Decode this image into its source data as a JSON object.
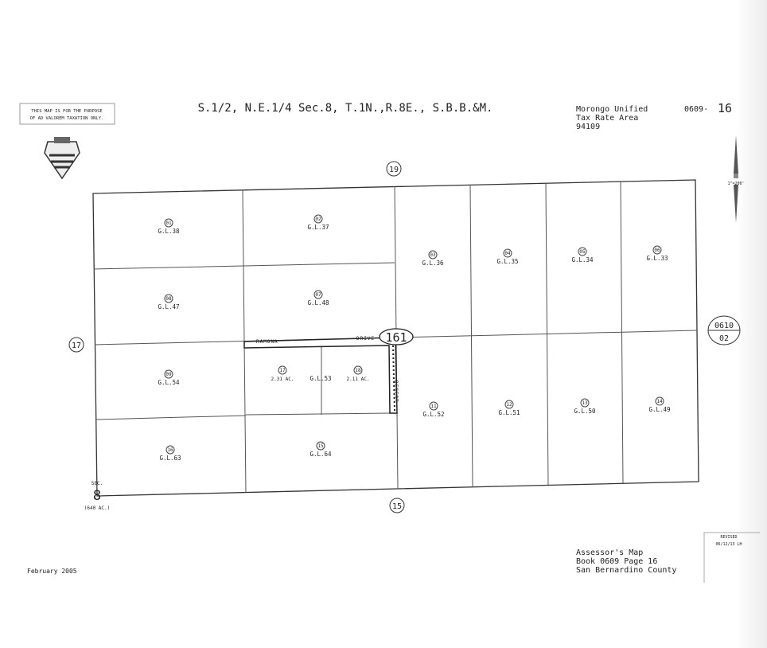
{
  "disclaimer": [
    "THIS MAP IS FOR THE PURPOSE",
    "OF AD VALOREM TAXATION ONLY."
  ],
  "title": "S.1/2, N.E.1/4 Sec.8, T.1N.,R.8E., S.B.B.&M.",
  "district": [
    "Morongo Unified",
    "Tax Rate Area",
    "94109"
  ],
  "map_number": {
    "book_page": "0609-",
    "page": "16"
  },
  "scale": "1\"=200'",
  "adjoining_sections": {
    "north": "19",
    "west": "17",
    "south": "15"
  },
  "adjoining_map": {
    "book": "0610",
    "page": "02"
  },
  "section": {
    "label": "SEC.",
    "number": "8",
    "area": "(640 AC.)"
  },
  "roads": {
    "horizontal": "RAMONA",
    "horizontal_suffix": "DRIVE",
    "route_number": "161",
    "vertical": "DESERT"
  },
  "parcels": [
    {
      "num": "01",
      "lot": "G.L.38"
    },
    {
      "num": "02",
      "lot": "G.L.37"
    },
    {
      "num": "03",
      "lot": "G.L.36"
    },
    {
      "num": "04",
      "lot": "G.L.35"
    },
    {
      "num": "05",
      "lot": "G.L.34"
    },
    {
      "num": "06",
      "lot": "G.L.33"
    },
    {
      "num": "07",
      "lot": "G.L.48"
    },
    {
      "num": "08",
      "lot": "G.L.47"
    },
    {
      "num": "09",
      "lot": "G.L.54"
    },
    {
      "num": "11",
      "lot": "G.L.52"
    },
    {
      "num": "12",
      "lot": "G.L.51"
    },
    {
      "num": "13",
      "lot": "G.L.50"
    },
    {
      "num": "14",
      "lot": "G.L.49"
    },
    {
      "num": "15",
      "lot": "G.L.64"
    },
    {
      "num": "16",
      "lot": "G.L.63"
    },
    {
      "num": "17",
      "lot": "2.31 AC."
    },
    {
      "num": "18",
      "lot": "2.11 AC."
    }
  ],
  "shared_lot": "G.L.53",
  "date": "February 2005",
  "footer": [
    "Assessor's Map",
    "Book 0609 Page 16",
    "San Bernardino County"
  ],
  "revised": [
    "REVISED",
    "06/12/13 LH"
  ]
}
